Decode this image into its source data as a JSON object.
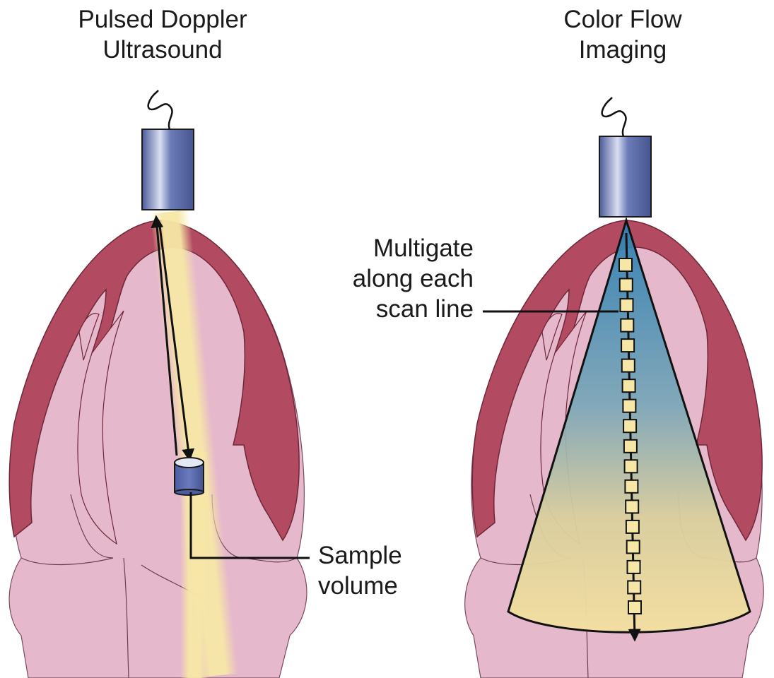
{
  "titles": {
    "left": [
      "Pulsed Doppler",
      "Ultrasound"
    ],
    "right": [
      "Color Flow",
      "Imaging"
    ]
  },
  "annotations": {
    "sample_volume": [
      "Sample",
      "volume"
    ],
    "multigate": [
      "Multigate",
      "along each",
      "scan line"
    ]
  },
  "colors": {
    "background": "#ffffff",
    "myocardium": "#b24a62",
    "tissue": "#e6b8cc",
    "transducer": "#5a6aa6",
    "beam": "#f7e7a6",
    "sector_top": "#3f86b3",
    "sector_bottom": "#f3dfa0",
    "gate": "#f6e7a6",
    "line": "#111111"
  },
  "icons": {
    "transducer": "ultrasound-transducer-icon",
    "sample_volume": "sample-volume-cylinder-icon"
  },
  "multigate_count": 18
}
